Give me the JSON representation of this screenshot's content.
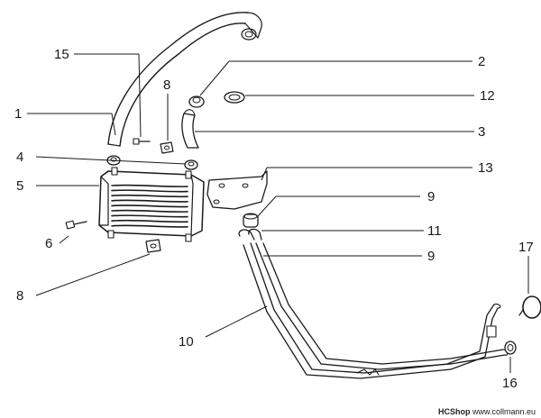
{
  "labels": [
    "1",
    "2",
    "3",
    "4",
    "5",
    "6",
    "8",
    "8",
    "9",
    "9",
    "10",
    "11",
    "12",
    "13",
    "15",
    "16",
    "17"
  ],
  "watermark": {
    "brand": "HCShop",
    "site": "www.collmann.eu"
  }
}
